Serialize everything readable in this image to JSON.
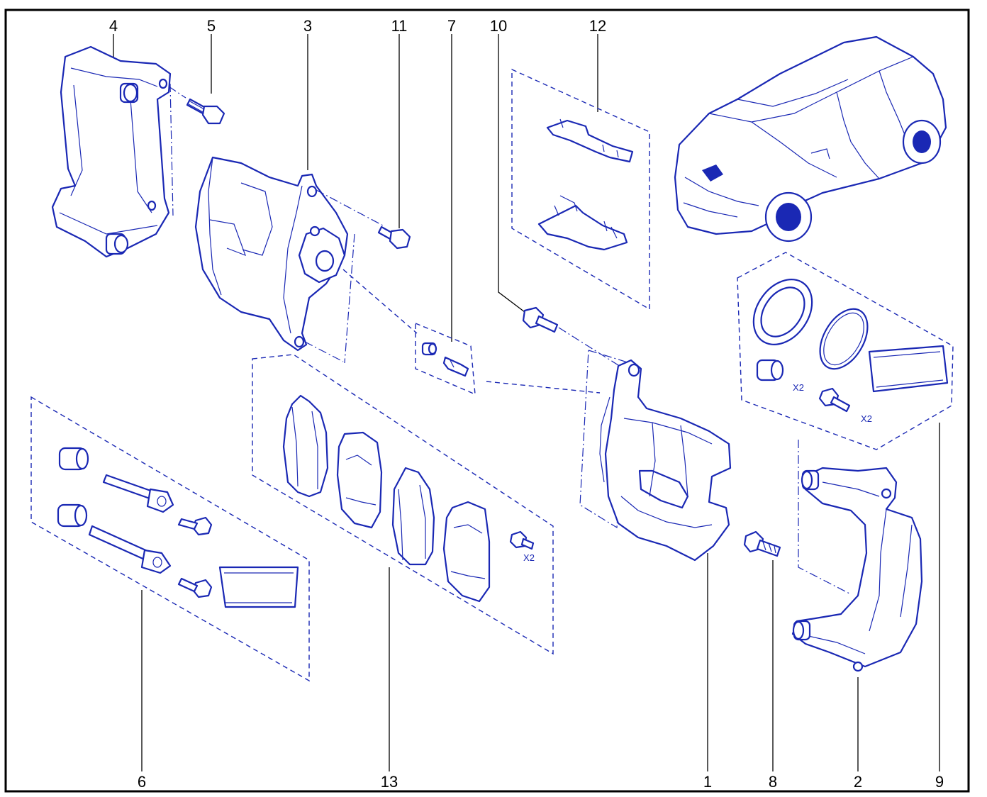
{
  "callouts": {
    "c1": "1",
    "c2": "2",
    "c3": "3",
    "c4": "4",
    "c5": "5",
    "c6": "6",
    "c7": "7",
    "c8": "8",
    "c9": "9",
    "c10": "10",
    "c11": "11",
    "c12": "12",
    "c13": "13"
  },
  "quantities": {
    "repair_seal_qty": "X2",
    "repair_bolt_qty": "X2",
    "pad_bolt_qty": "X2"
  },
  "colors": {
    "line_art": "#1a28b4",
    "callout_text": "#000000",
    "background": "#ffffff"
  }
}
